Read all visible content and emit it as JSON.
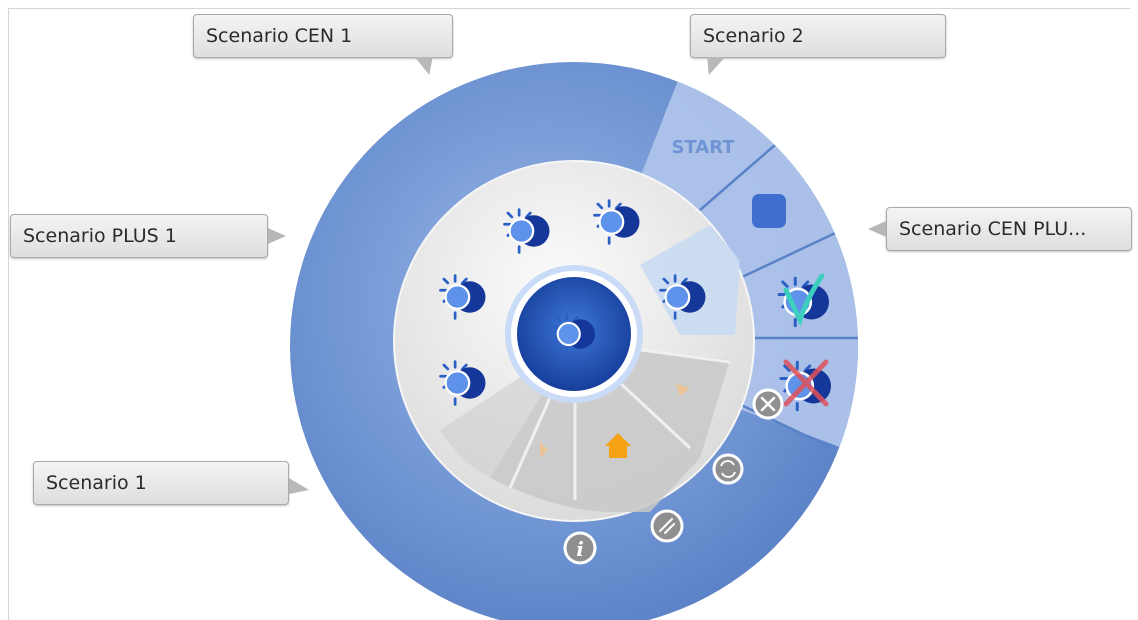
{
  "callouts": {
    "scenario_cen_1": "Scenario CEN 1",
    "scenario_2": "Scenario 2",
    "scenario_plus_1": "Scenario PLUS 1",
    "scenario_cen_plus": "Scenario CEN PLU...",
    "scenario_1": "Scenario 1"
  },
  "dial": {
    "start_label": "START",
    "scenario_icon": "sun-moon-icon",
    "center_icon": "sun-moon-icon",
    "stop_icon": "stop-square-icon",
    "apply_icon": "sun-moon-check-icon",
    "remove_icon": "sun-moon-x-icon",
    "home_icon": "home-icon"
  },
  "controls": {
    "close_icon": "close-icon",
    "refresh_icon": "refresh-icon",
    "resize_icon": "resize-icon",
    "info_icon": "info-icon"
  },
  "colors": {
    "outer_ring": "#6d93d2",
    "ring_light": "#aec3ea",
    "inner_disc": "#e8e8e8",
    "center_dark": "#1a4aa8",
    "icon_blue": "#1d4fb0",
    "accent_orange": "#f5a214",
    "check_teal": "#3ccfc0",
    "x_red": "#e0525a"
  }
}
